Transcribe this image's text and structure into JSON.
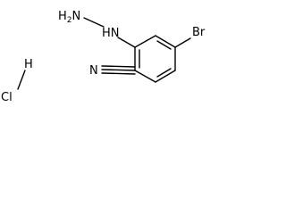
{
  "molecule": {
    "atoms": {
      "hydrazine_h2n": {
        "element": "H",
        "subscript": "2",
        "tail": "N"
      },
      "hydrazine_hn": "HN",
      "nitrile_n": "N",
      "bromine": "Br",
      "hcl_h": "H",
      "hcl_cl": "Cl"
    }
  }
}
